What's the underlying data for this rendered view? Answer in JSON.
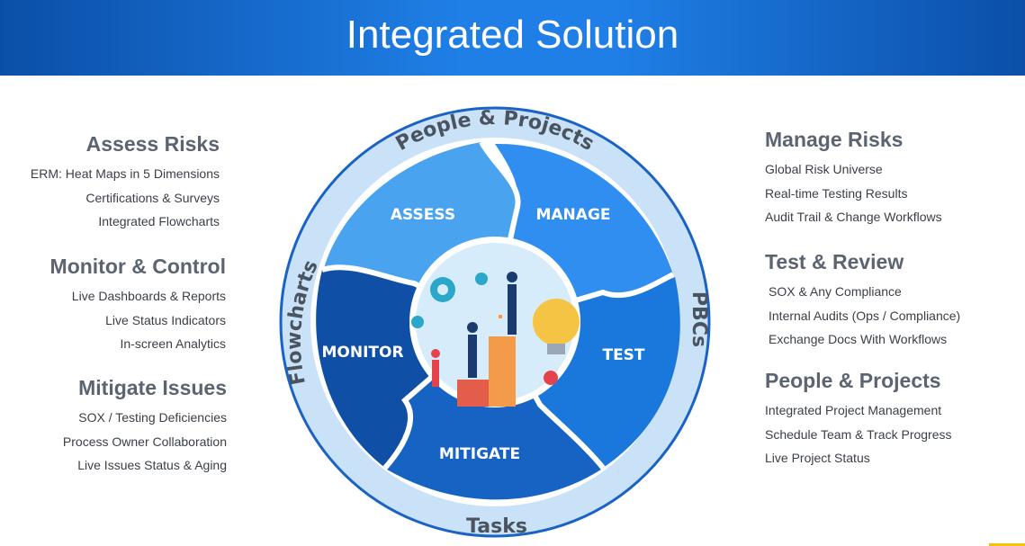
{
  "title": "Integrated Solution",
  "left_sections": [
    {
      "heading": "Assess Risks",
      "items": [
        "ERM: Heat Maps in 5 Dimensions",
        "Certifications & Surveys",
        "Integrated Flowcharts"
      ]
    },
    {
      "heading": "Monitor & Control",
      "items": [
        "Live Dashboards & Reports",
        "Live Status Indicators",
        "In-screen Analytics"
      ]
    },
    {
      "heading": "Mitigate Issues",
      "items": [
        "SOX / Testing Deficiencies",
        "Process Owner Collaboration",
        "Live Issues Status & Aging"
      ]
    }
  ],
  "right_sections": [
    {
      "heading": "Manage Risks",
      "items": [
        "Global Risk Universe",
        "Real-time Testing Results",
        "Audit Trail & Change Workflows"
      ]
    },
    {
      "heading": "Test & Review",
      "items": [
        "SOX & Any Compliance",
        "Internal Audits (Ops / Compliance)",
        "Exchange Docs With Workflows"
      ]
    },
    {
      "heading": "People & Projects",
      "items": [
        "Integrated Project Management",
        "Schedule Team & Track Progress",
        "Live Project Status"
      ]
    }
  ],
  "diagram": {
    "ring_labels": {
      "top": "People & Projects",
      "left": "Flowcharts",
      "right": "PBCs",
      "bottom": "Tasks"
    },
    "segments": {
      "assess": "ASSESS",
      "manage": "MANAGE",
      "test": "TEST",
      "mitigate": "MITIGATE",
      "monitor": "MONITOR"
    },
    "colors": {
      "ring": "#c9e2f8",
      "assess": "#4aa3ee",
      "manage": "#2f8ef0",
      "test": "#1a78dc",
      "mitigate": "#1763c4",
      "monitor": "#0f4fa6",
      "center": "#d6ecfb"
    },
    "center_icons": [
      "gear-icon",
      "lightbulb-icon",
      "podium-icon",
      "people-icon"
    ]
  },
  "colors": {
    "banner": "#1f7fe6",
    "heading": "#5b6470",
    "text": "#3a3f46"
  }
}
